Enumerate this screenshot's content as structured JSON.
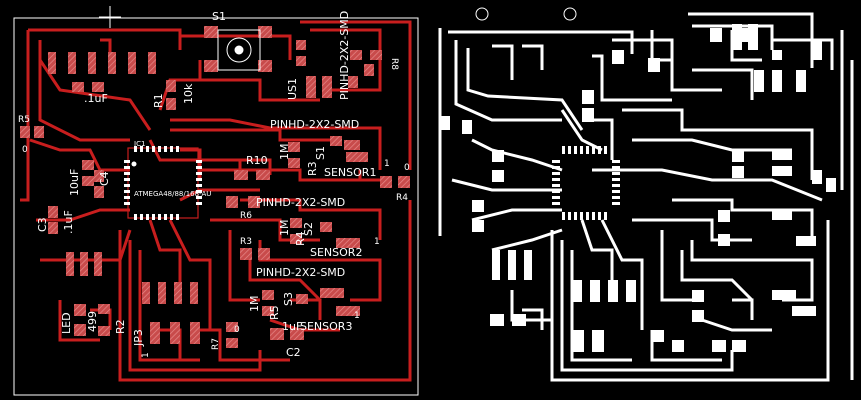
{
  "labels": {
    "s1": "S1",
    "pinhd_top": "PINHD-2X2-SMD",
    "r8": "R8",
    "us1": "US1",
    "r1": "R1",
    "r1_value": "10k",
    "c1_value": ".1uF",
    "r5": "R5",
    "r5_value": "0",
    "c4_value": "10uF",
    "c4": "C4",
    "c3": "C3",
    "c3_value": ".1uF",
    "ic1": "IC1",
    "mcu": "ATMEGA48/88/168-AU",
    "pinhd_1": "PINHD-2X2-SMD",
    "r10": "R10",
    "r1m_a": "1M",
    "s1b": "S1",
    "r3": "R3",
    "sensor1": "SENSOR1",
    "pin1_a": "1",
    "r4_top": "0",
    "r4": "R4",
    "r6": "R6",
    "pinhd_2": "PINHD-2X2-SMD",
    "r1m_b": "1M",
    "s2": "S2",
    "r4b": "R4",
    "sensor2": "SENSOR2",
    "pin1_b": "1",
    "r3b": "R3",
    "pinhd_3": "PINHD-2X2-SMD",
    "r1m_c": "1M",
    "s3": "S3",
    "r5b": "R5",
    "sensor3": "SENSOR3",
    "pin1_c": "1",
    "led": "LED",
    "r499": "499",
    "r2": "R2",
    "jp3": "JP3",
    "pin1_d": "1",
    "r7": "R7",
    "c2_value": "1uF",
    "c2": "C2",
    "r7_value": "0"
  },
  "colors": {
    "trace": "#c81e1e",
    "pad": "#c84b4b",
    "pad_hatch": "#e88a8a",
    "outline": "#ffffff",
    "mask_fg": "#ffffff",
    "background": "#000000"
  }
}
